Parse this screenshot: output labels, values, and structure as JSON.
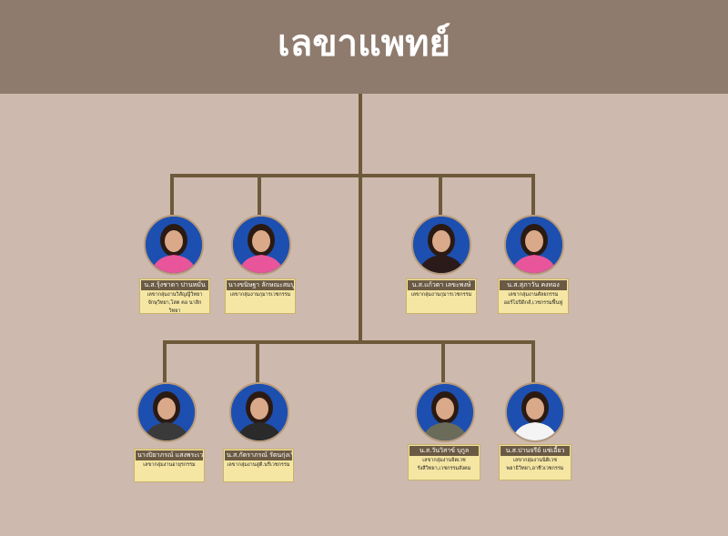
{
  "header": {
    "title": "เลขาแพทย์"
  },
  "colors": {
    "header_bg": "#8e7b6e",
    "line": "#6e5a3a",
    "card_bg": "#f5e6a3",
    "card_name_bg": "#6b5a43",
    "photo_bg": "#1d4fb0"
  },
  "members": [
    {
      "name": "น.ส.รุ้งชาดา ปานหมั่น",
      "role": "เลขากลุ่มงานวิสัญญีวิทยา\nจักษุวิทยา,โสต คอ นาสิก วิทยา",
      "shirt": "#e8559a"
    },
    {
      "name": "นางขนิษฐา ลักษณะสมบูรณ์",
      "role": "เลขากลุ่มงานกุมารเวชกรรม",
      "shirt": "#e8559a"
    },
    {
      "name": "น.ส.แก้วตา เลขะพงษ์",
      "role": "เลขากลุ่มงานกุมารเวชกรรม",
      "shirt": "#2a1a1a"
    },
    {
      "name": "น.ส.สุภาวัน คงทอง",
      "role": "เลขากลุ่มงานศัลยกรรม\nออร์โธปิดิกส์,เวชกรรมฟื้นฟู",
      "shirt": "#e8559a"
    },
    {
      "name": "นางปิยาภรณ์ แสงพระเวช",
      "role": "เลขากลุ่มงานอายุรกรรม",
      "shirt": "#3a3a3a"
    },
    {
      "name": "น.ส.กัตราภรณ์ รัตนกุ่งเรือง",
      "role": "เลขากลุ่มงานสูติ.นรีเวชกรรม",
      "shirt": "#2a2a2a"
    },
    {
      "name": "น.ส.วันวิสาข์ บุกูล",
      "role": "เลขากลุ่มงานจิตเวช\nรังสีวิทยา,เวชกรรมสังคม",
      "shirt": "#6b6b5a"
    },
    {
      "name": "น.ส.ปานจรีย์ แซ่เอี้ยว",
      "role": "เลขากลุ่มงานนิติเวช\nพยาธิวิทยา,อาชีวเวชกรรม",
      "shirt": "#f4f4f4"
    }
  ]
}
